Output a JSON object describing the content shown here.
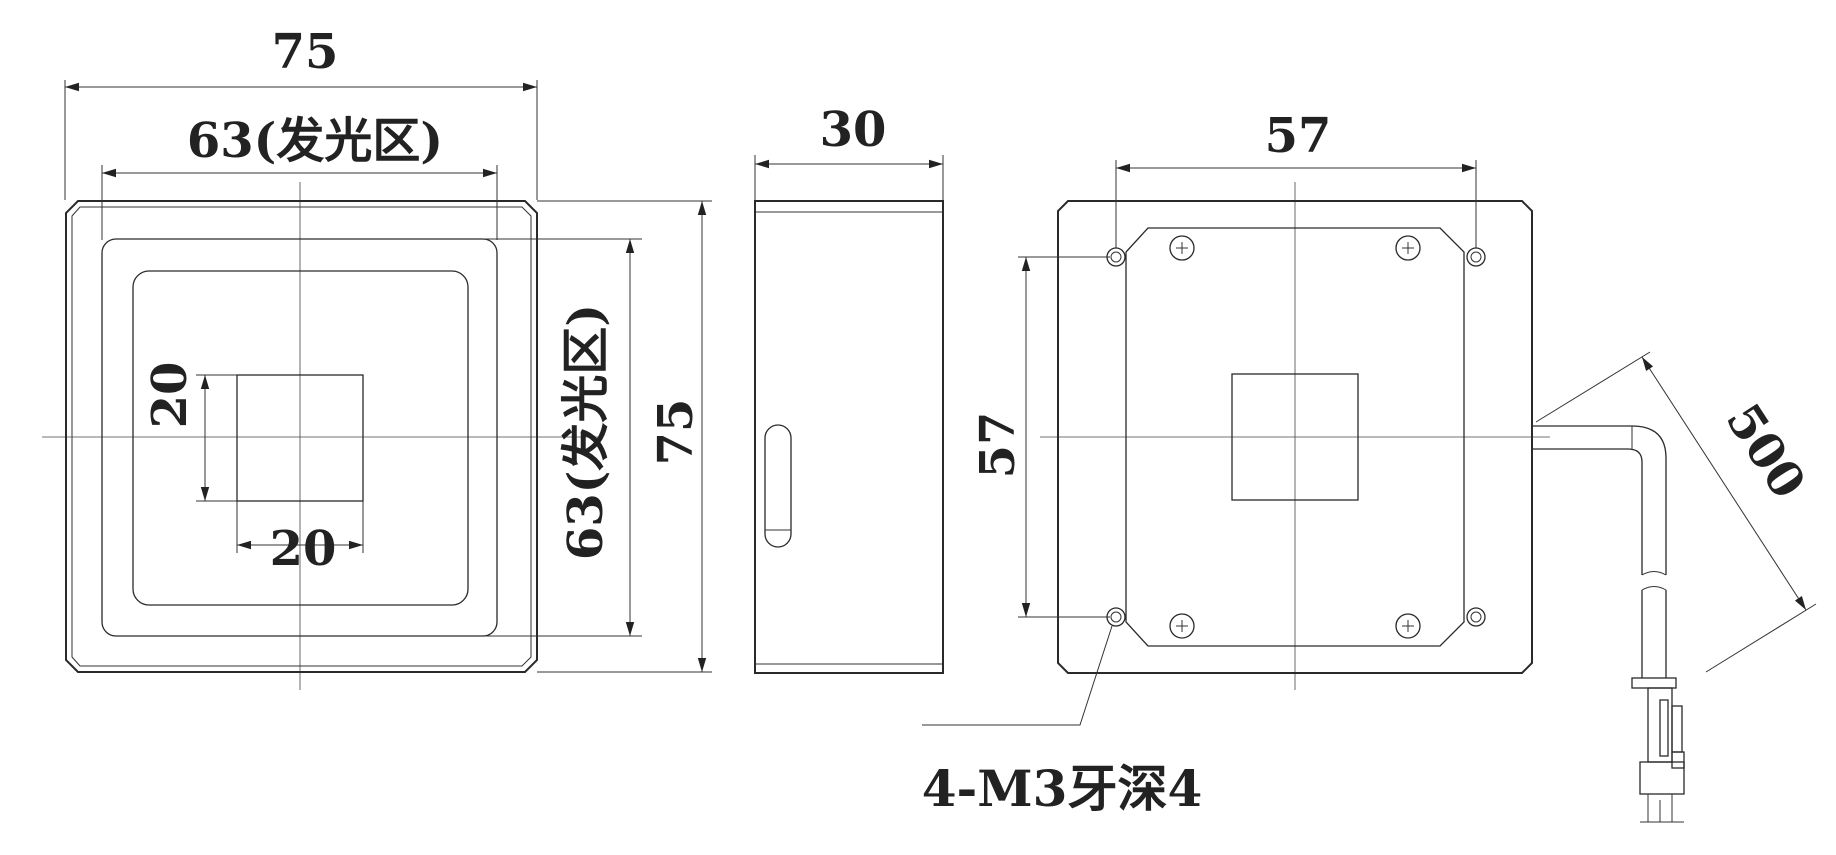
{
  "front_view": {
    "outer_width": "75",
    "emitting_width": "63(发光区)",
    "outer_height": "75",
    "emitting_height": "63(发光区)",
    "window_height": "20",
    "window_width": "20"
  },
  "side_view": {
    "depth": "30"
  },
  "back_view": {
    "hole_spacing_h": "57",
    "hole_spacing_v": "57",
    "cable_length": "500",
    "thread_note": "4-M3牙深4"
  }
}
